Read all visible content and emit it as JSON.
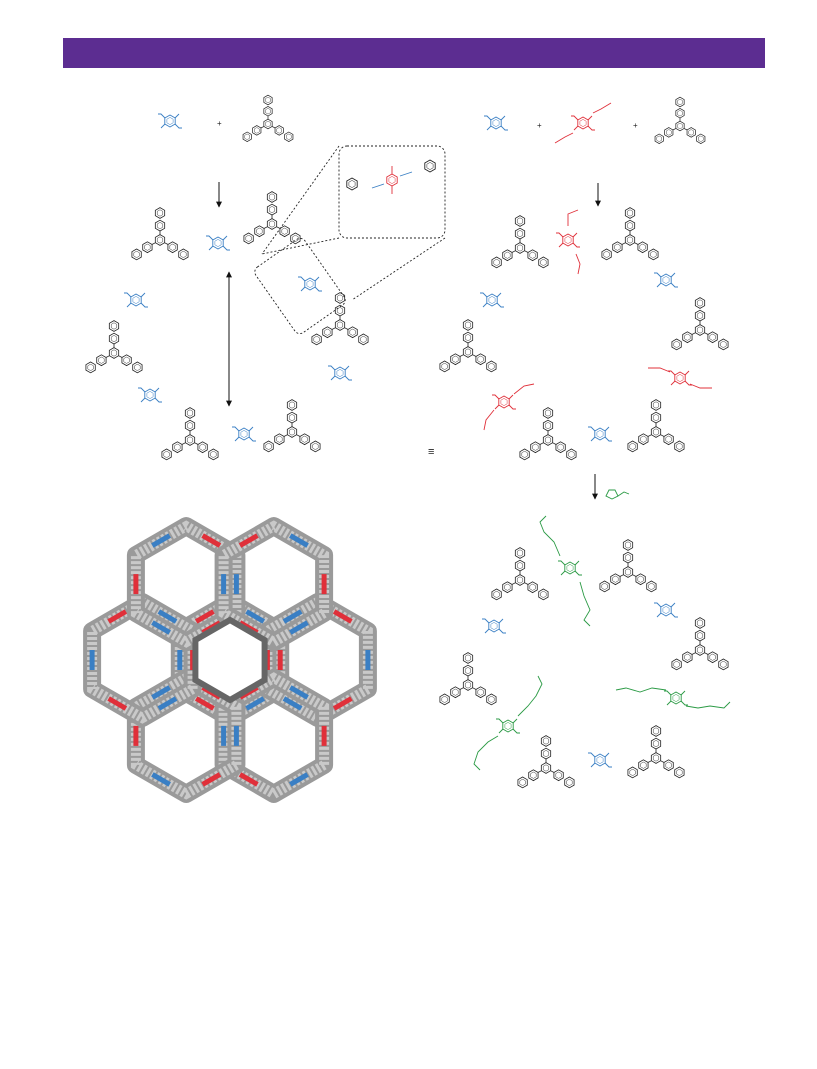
{
  "banner": {
    "color": "#5c2d91"
  },
  "colors": {
    "linker_a": "#3a7fc4",
    "linker_b": "#e0303a",
    "linker_c": "#2a9a44",
    "node": "#222222"
  },
  "symbols": {
    "plus": "+",
    "equiv": "≡"
  },
  "panels": {
    "left_scheme": "cof-hexagon",
    "right_scheme": "cof-hexagon-mixed",
    "bottom_left": "space-filling-model",
    "bottom_right": "post-synthetic-cof"
  }
}
